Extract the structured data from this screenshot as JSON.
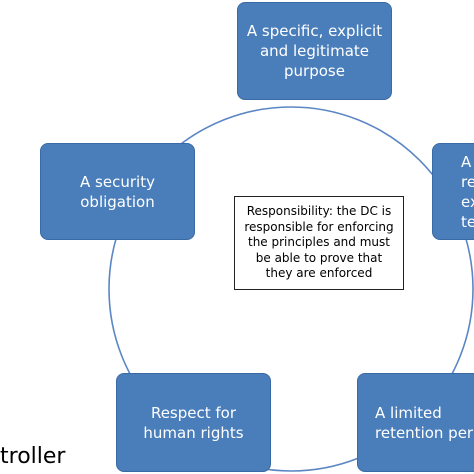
{
  "diagram": {
    "nodes": [
      {
        "id": "top",
        "label": "A specific, explicit\nand legitimate\npurpose"
      },
      {
        "id": "left",
        "label": "A security\nobligation"
      },
      {
        "id": "right",
        "label": "A\nre\nexce\nte"
      },
      {
        "id": "bottom_left",
        "label": "Respect for\nhuman rights"
      },
      {
        "id": "bottom_right",
        "label": "A limited\nretention per"
      }
    ],
    "center_note": "Responsibility: the DC is\nresponsible for enforcing\nthe principles and must\nbe able to prove that\nthey are enforced",
    "caption": "troller"
  },
  "colors": {
    "node_fill": "#4a7ebb",
    "node_border": "#3a6aa3",
    "cycle_line": "#5b86c4"
  }
}
